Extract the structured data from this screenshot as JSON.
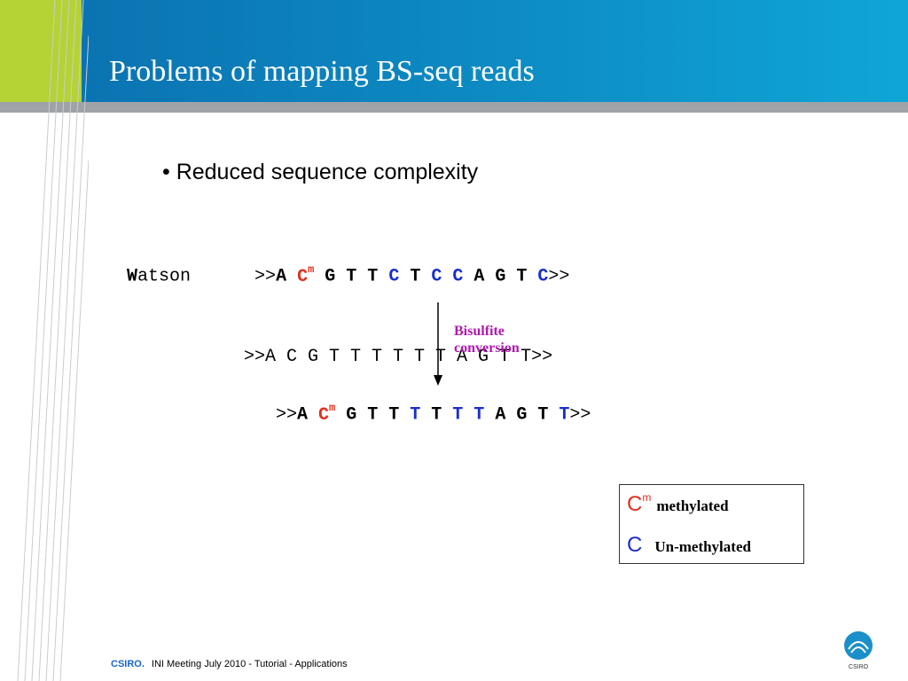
{
  "title": "Problems of mapping BS-seq reads",
  "bullet": "• Reduced sequence complexity",
  "watson": {
    "label_bold": "W",
    "label_rest": "atson",
    "open": ">>",
    "close": ">>",
    "sup": "m"
  },
  "converted": {
    "open": ">>",
    "body": "A C G T T T T T T A G T T",
    "close": ">>"
  },
  "result": {
    "open": ">>",
    "close": ">>",
    "sup": "m"
  },
  "annotation": {
    "line1": "Bisulfite",
    "line2": "conversion"
  },
  "legend": {
    "c_methylated": "C",
    "sup": "m",
    "methylated": "methylated",
    "c_unmethylated": "C",
    "unmethylated": "Un-methylated"
  },
  "colors": {
    "methylated": "#e0301e",
    "unmethylated": "#1a2ecc",
    "annotation": "#b01ab0",
    "header": "#0d8bc3",
    "accent": "#b5d334"
  },
  "footer": {
    "brand": "CSIRO.",
    "text": "INI Meeting July 2010 - Tutorial - Applications"
  },
  "logo": {
    "text": "CSIRO"
  }
}
